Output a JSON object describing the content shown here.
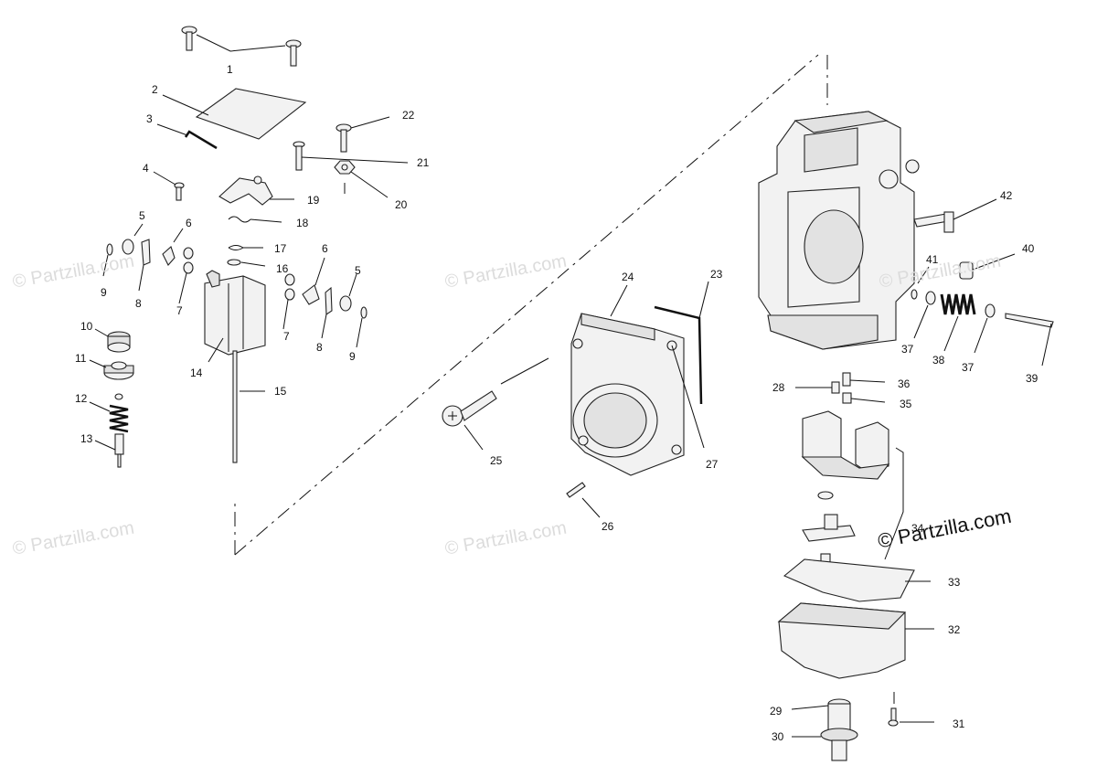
{
  "watermark": {
    "text": "© Partzilla.com",
    "main_text": "© Partzilla.com"
  },
  "callouts": [
    "1",
    "2",
    "3",
    "4",
    "5",
    "6",
    "7",
    "8",
    "9",
    "10",
    "11",
    "12",
    "13",
    "14",
    "15",
    "16",
    "17",
    "18",
    "19",
    "20",
    "21",
    "22",
    "23",
    "24",
    "25",
    "26",
    "27",
    "28",
    "29",
    "30",
    "31",
    "32",
    "33",
    "34",
    "35",
    "36",
    "37",
    "38",
    "39",
    "40",
    "41",
    "42"
  ],
  "colors": {
    "line": "#111111",
    "part_fill": "#f2f2f2",
    "watermark": "#dcdcdc"
  }
}
